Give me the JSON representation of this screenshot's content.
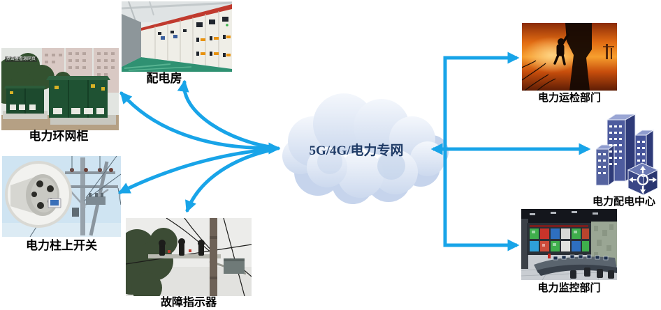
{
  "diagram": {
    "title_context": "power-grid-5g-private-network-topology",
    "cloud": {
      "label": "5G/4G/电力专网"
    },
    "left_nodes": [
      {
        "id": "distribution-room",
        "label": "配电房"
      },
      {
        "id": "ring-main-unit",
        "label": "电力环网柜",
        "watermark": "点击查看源网页"
      },
      {
        "id": "pole-switch",
        "label": "电力柱上开关"
      },
      {
        "id": "fault-indicator",
        "label": "故障指示器"
      }
    ],
    "right_nodes": [
      {
        "id": "ops-inspection-dept",
        "label": "电力运检部门"
      },
      {
        "id": "distribution-center",
        "label": "电力配电中心"
      },
      {
        "id": "monitoring-dept",
        "label": "电力监控部门"
      }
    ],
    "colors": {
      "arrow": "#18A4E8",
      "cloud_fill_light": "#EDF2FA",
      "cloud_fill_dark": "#C6D4EC",
      "cloud_text": "#1F3B66",
      "label_text": "#000000"
    }
  }
}
